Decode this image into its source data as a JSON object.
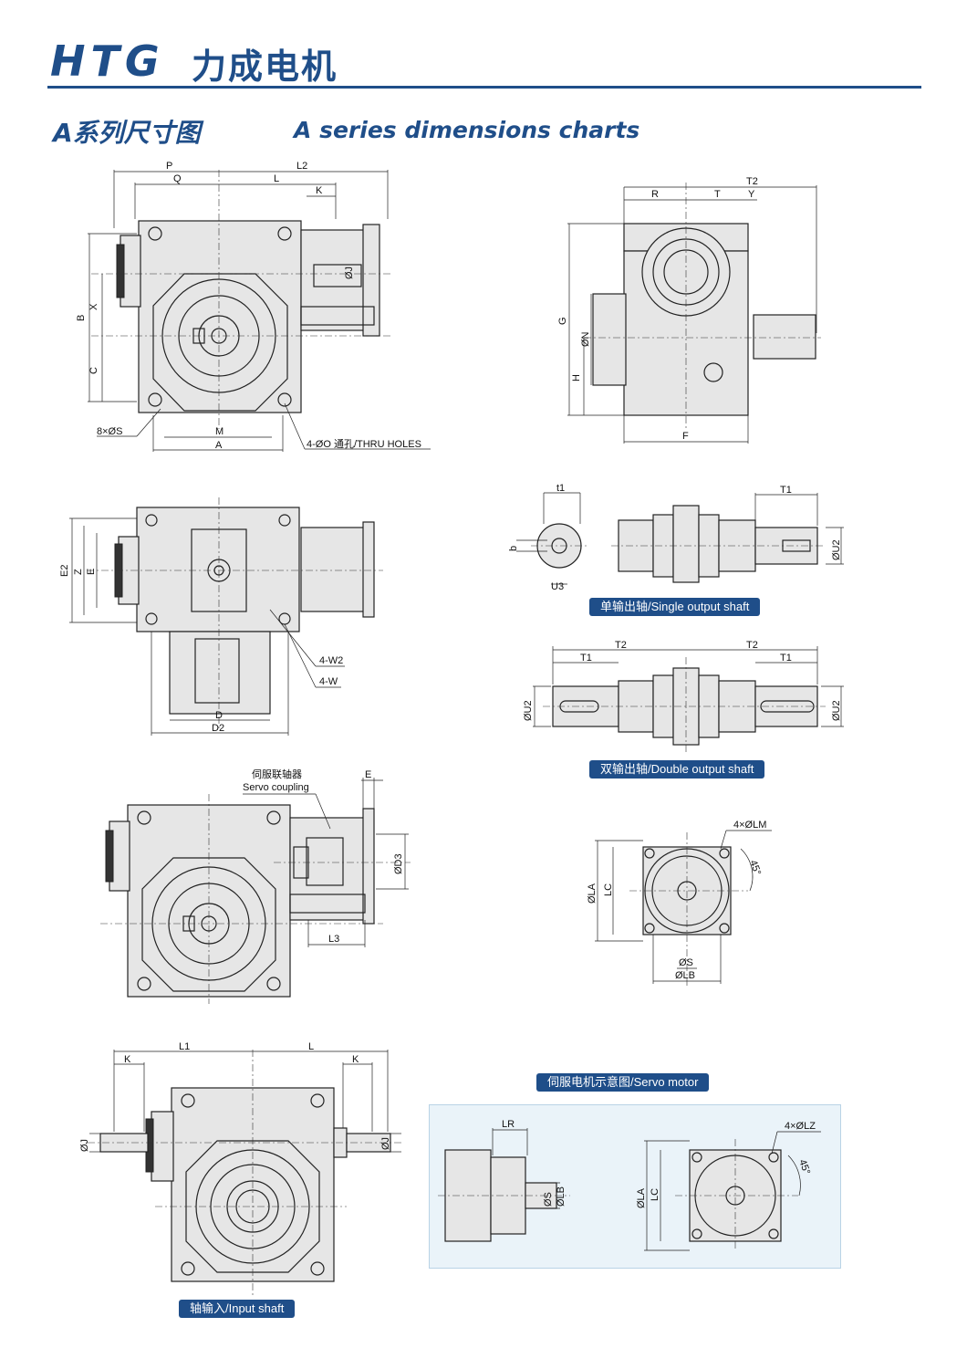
{
  "header": {
    "logo": "HTG",
    "brand_cn": "力成电机",
    "title_cn_prefix": "A",
    "title_cn": "系列尺寸图",
    "title_en_prefix": "A",
    "title_en": "series dimensions charts"
  },
  "colors": {
    "brand": "#1f4e89",
    "line": "#222222",
    "motor_panel_bg": "#eaf3f9"
  },
  "views": {
    "front": {
      "dims": [
        "P",
        "Q",
        "L2",
        "L",
        "K",
        "ØJ",
        "B",
        "X",
        "C",
        "M",
        "A"
      ],
      "note_holes_s": "8×ØS",
      "note_thru": "4-ØO 通孔/THRU HOLES"
    },
    "side": {
      "dims": [
        "R",
        "T",
        "T2",
        "Y",
        "G",
        "ØN",
        "H",
        "F"
      ]
    },
    "top": {
      "dims": [
        "E2",
        "Z",
        "E",
        "D",
        "D2"
      ],
      "note_w2": "4-W2",
      "note_w": "4-W"
    },
    "single_shaft": {
      "dims": [
        "t1",
        "T1",
        "b",
        "U3",
        "ØU2"
      ],
      "caption": "单输出轴/Single output shaft"
    },
    "double_shaft": {
      "dims": [
        "T2",
        "T2",
        "T1",
        "T1",
        "ØU2",
        "ØU2"
      ],
      "caption": "双输出轴/Double output shaft"
    },
    "servo_coupling": {
      "label_cn": "伺服联轴器",
      "label_en": "Servo coupling",
      "dims": [
        "E",
        "ØD3",
        "L3"
      ]
    },
    "flange": {
      "dims": [
        "4×ØLM",
        "45°",
        "ØLA",
        "LC",
        "ØS",
        "ØLB"
      ]
    },
    "input_shaft": {
      "dims": [
        "K",
        "L1",
        "L",
        "K",
        "ØJ",
        "ØJ"
      ],
      "caption": "轴输入/Input shaft"
    },
    "servo_motor": {
      "caption": "伺服电机示意图/Servo motor",
      "dims": [
        "LR",
        "ØS",
        "ØLB",
        "4×ØLZ",
        "45°",
        "ØLA",
        "LC"
      ]
    }
  }
}
